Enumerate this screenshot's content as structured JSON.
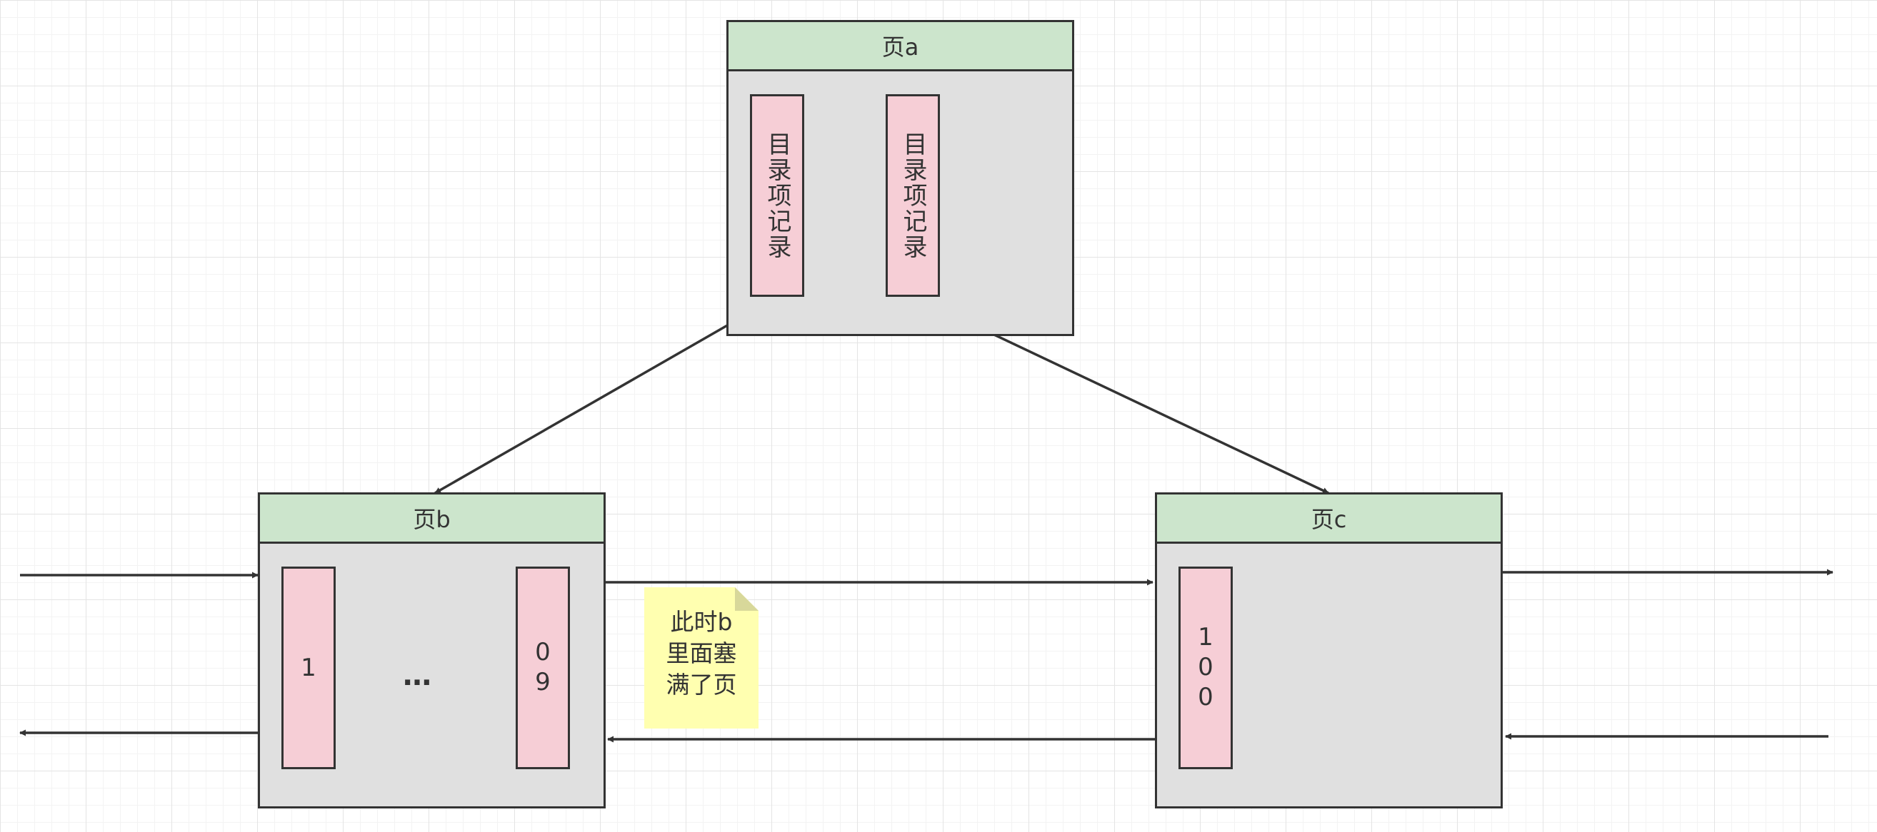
{
  "page_a": {
    "title": "页a",
    "records": [
      "目录项记录",
      "目录项记录"
    ]
  },
  "page_b": {
    "title": "页b",
    "records": [
      "1",
      "09"
    ],
    "ellipsis": "…"
  },
  "page_c": {
    "title": "页c",
    "records": [
      "100"
    ]
  },
  "note": {
    "text": "此时b\n里面塞\n满了页"
  },
  "colors": {
    "header": "#cce5cc",
    "page_body": "#e0e0e0",
    "record": "#f6ced6",
    "note": "#ffffb0",
    "stroke": "#333333"
  }
}
